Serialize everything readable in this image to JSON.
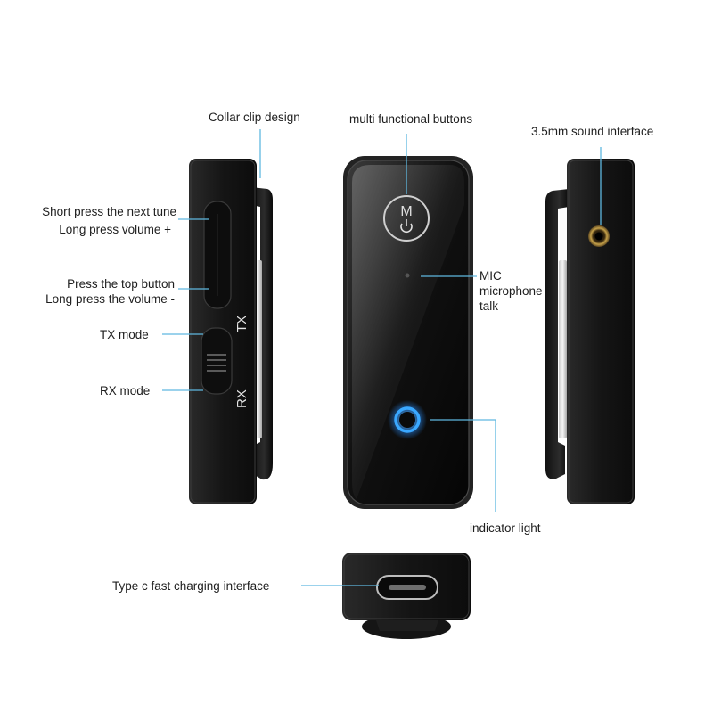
{
  "callouts": {
    "collar_clip": "Collar clip design",
    "multi_buttons": "multi functional buttons",
    "sound_interface": "3.5mm sound interface",
    "next_tune_1": "Short press the next tune",
    "next_tune_2": "Long press volume +",
    "top_button_1": "Press the top button",
    "top_button_2": "Long press the volume -",
    "tx_mode": "TX mode",
    "rx_mode": "RX mode",
    "mic_1": "MIC",
    "mic_2": "microphone",
    "mic_3": "talk",
    "indicator": "indicator light",
    "type_c": "Type c fast charging interface"
  },
  "device": {
    "tx_mark": "TX",
    "rx_mark": "RX",
    "logo_letter": "M"
  },
  "colors": {
    "leader_line": "#5fb8e0",
    "body": "#1a1a1a",
    "led": "#3aa8ff"
  },
  "icons": [
    "power-icon",
    "usb-c-port-icon",
    "audio-jack-icon"
  ]
}
